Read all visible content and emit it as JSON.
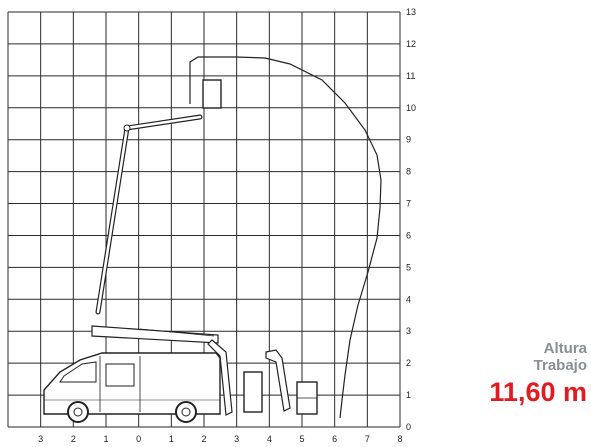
{
  "grid": {
    "x_ticks": [
      "3",
      "2",
      "1",
      "0",
      "1",
      "2",
      "3",
      "4",
      "5",
      "6",
      "7",
      "8"
    ],
    "y_ticks": [
      "0",
      "1",
      "2",
      "3",
      "4",
      "5",
      "6",
      "7",
      "8",
      "9",
      "10",
      "11",
      "12",
      "13"
    ],
    "x_min": -4,
    "x_max": 8,
    "y_min": 0,
    "y_max": 13
  },
  "info": {
    "line1": "Altura",
    "line2": "Trabajo",
    "value": "11,60 m"
  },
  "colors": {
    "grid": "#2a2a2a",
    "label_gray": "#8a8f94",
    "value_red": "#e11b22"
  },
  "icons": [
    "van-icon",
    "aerial-platform-icon",
    "work-basket-icon"
  ]
}
